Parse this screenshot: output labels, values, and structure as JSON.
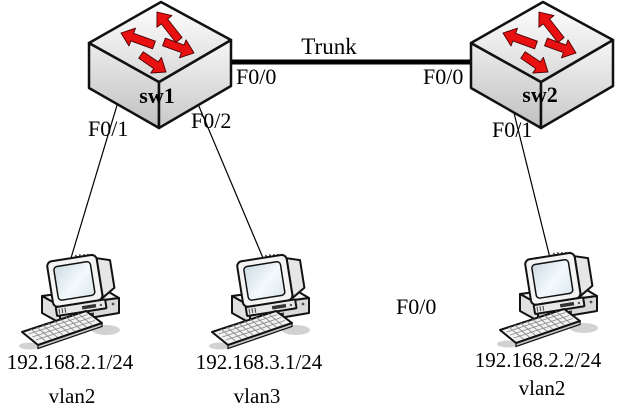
{
  "diagram": {
    "switches": [
      {
        "name": "sw1",
        "trunk_port": "F0/0",
        "access_ports": [
          "F0/1",
          "F0/2"
        ]
      },
      {
        "name": "sw2",
        "trunk_port": "F0/0",
        "access_ports": [
          "F0/1"
        ]
      }
    ],
    "link_label": "Trunk",
    "floating_port_label": "F0/0",
    "hosts": [
      {
        "ip": "192.168.2.1/24",
        "vlan": "vlan2"
      },
      {
        "ip": "192.168.3.1/24",
        "vlan": "vlan3"
      },
      {
        "ip": "192.168.2.2/24",
        "vlan": "vlan2"
      }
    ],
    "colors": {
      "arrow_red": "#e81010",
      "line_black": "#000000",
      "background": "#ffffff"
    },
    "icons": {
      "switch": "lan-switch-icon",
      "host": "desktop-pc-icon"
    }
  }
}
